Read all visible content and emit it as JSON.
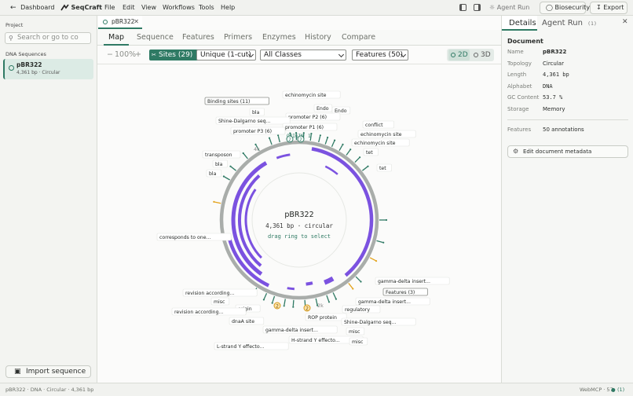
{
  "topbar": {
    "dashboard_label": "Dashboard",
    "app_name": "SeqCraft",
    "menus": [
      "File",
      "Edit",
      "View",
      "Workflows",
      "Tools",
      "Help"
    ],
    "agent_run_label": "Agent Run",
    "biosecurity_label": "Biosecurity",
    "export_label": "Export"
  },
  "left": {
    "project_label": "Project",
    "search_placeholder": "Search or go to co",
    "section_label": "DNA Sequences",
    "seq_name": "pBR322",
    "seq_meta": "4,361 bp · Circular",
    "import_label": "Import sequence"
  },
  "center": {
    "doc_tab_label": "pBR322",
    "view_tabs": [
      "Map",
      "Sequence",
      "Features",
      "Primers",
      "Enzymes",
      "History",
      "Compare"
    ],
    "zoom_label": "100%",
    "sites_label": "Sites (29)",
    "cut_filter": "Unique (1-cut)",
    "class_filter": "All Classes",
    "features_filter": "Features (50)",
    "view_2d": "2D",
    "view_3d": "3D"
  },
  "map": {
    "center_name": "pBR322",
    "center_info": "4,361 bp · circular",
    "center_hint": "drag ring to select",
    "tick_4k": "4k",
    "tick_2k": "2k",
    "origin_label": "ORIGIN",
    "origin_num": "1",
    "labels": [
      "Binding sites (11)",
      "echinomycin site",
      "Endo",
      "Endo",
      "bla",
      "promoter P2 (6)",
      "Shine-Dalgarno seq...",
      "promoter P1 (6)",
      "conflict",
      "promoter P3 (6)",
      "echinomycin site",
      "echinomycin site",
      "tet",
      "transposon",
      "bla",
      "tet",
      "bla",
      "corresponds to one...",
      "gamma-delta insert...",
      "revision according...",
      "Features (3)",
      "misc",
      "gamma-delta insert...",
      "origin",
      "regulatory",
      "revision according...",
      "ROP protein",
      "dnaA site",
      "Shine-Dalgarno seq...",
      "gamma-delta insert...",
      "misc",
      "H-strand Y effecto...",
      "misc",
      "L-strand Y effecto..."
    ],
    "badges": [
      "2",
      "2",
      "2",
      "2"
    ]
  },
  "right": {
    "details_tab": "Details",
    "agent_tab": "Agent Run",
    "agent_count": "(1)",
    "section": "Document",
    "name_k": "Name",
    "name_v": "pBR322",
    "topology_k": "Topology",
    "topology_v": "Circular",
    "length_k": "Length",
    "length_v": "4,361 bp",
    "alphabet_k": "Alphabet",
    "alphabet_v": "DNA",
    "gc_k": "GC Content",
    "gc_v": "53.7 %",
    "storage_k": "Storage",
    "storage_v": "Memory",
    "features_k": "Features",
    "features_v": "50 annotations",
    "edit_meta_label": "Edit document metadata"
  },
  "status": {
    "left": "pBR322 · DNA · Circular · 4,361 bp",
    "right": "WebMCP · 57",
    "count": "(1)"
  },
  "colors": {
    "accent": "#2f7a64",
    "feature_purple": "#7b52e0",
    "ring": "#a9adaa"
  }
}
